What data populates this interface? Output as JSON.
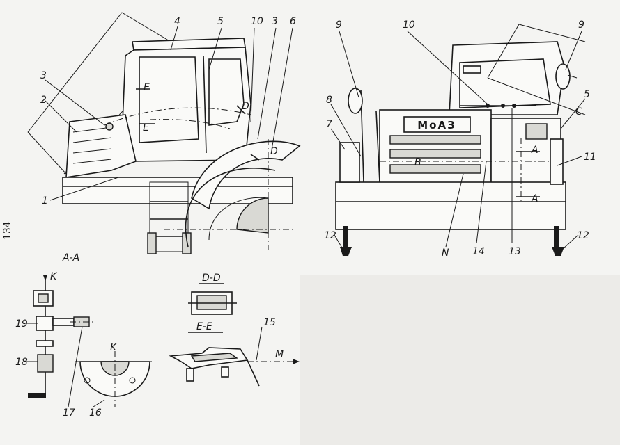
{
  "page_number": "134",
  "brand_plate": "МоАЗ",
  "callouts": {
    "c1": "1",
    "c2": "2",
    "c3a": "3",
    "c3b": "3",
    "c4": "4",
    "c5a": "5",
    "c6": "6",
    "c10a": "10",
    "c9a": "9",
    "c9b": "9",
    "c10b": "10",
    "c8": "8",
    "c7": "7",
    "c5b": "5",
    "c11": "11",
    "c12a": "12",
    "c12b": "12",
    "cN": "N",
    "c14": "14",
    "c13": "13",
    "c19": "19",
    "c18": "18",
    "c17": "17",
    "c16": "16",
    "c15": "15"
  },
  "markers": {
    "e_upper": "E",
    "e_lower": "E",
    "d_upper": "D",
    "d_lower": "D",
    "c_right": "C",
    "a_top": "A",
    "a_bottom": "A",
    "b_mark": "B",
    "k_arrow": "K",
    "m_arrow": "M"
  },
  "section_titles": {
    "aa": "A-A",
    "dd": "D-D",
    "ee": "E-E",
    "k": "K"
  }
}
